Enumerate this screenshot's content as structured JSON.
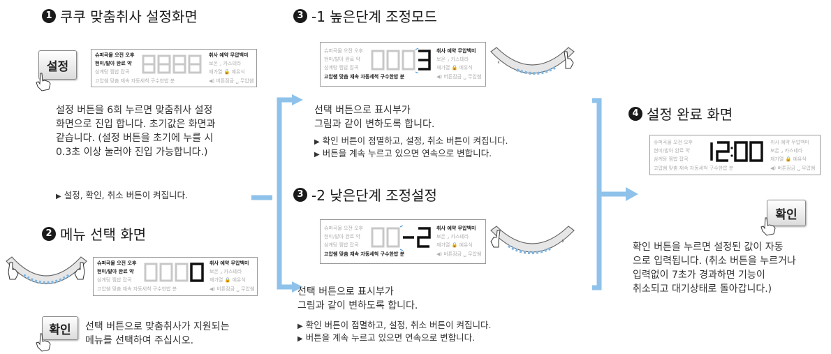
{
  "section1": {
    "num": "1",
    "title": "쿠쿠 맞춤취사 설정화면",
    "button": "설정",
    "para": [
      "설정 버튼을 6회 누르면 맞춤취사 설정",
      "화면으로 진입 합니다. 초기값은 화면과",
      "같습니다. (설정 버튼을 초기에 누를 시",
      "0.3초 이상 눌러야 진입 가능합니다.)"
    ],
    "note": "설정, 확인, 취소 버튼이 켜집니다."
  },
  "section2": {
    "num": "2",
    "title": "메뉴 선택 화면",
    "button": "확인",
    "para": [
      "선택 버튼으로 맞춤취사가 지원되는",
      "메뉴를 선택하여 주십시오."
    ]
  },
  "section3_1": {
    "num": "3",
    "title": "-1  높은단계 조정모드",
    "para": [
      "선택 버튼으로 표시부가",
      "그림과 같이 변하도록 합니다."
    ],
    "bullets": [
      "확인 버튼이 점멸하고, 설정, 취소 버튼이 켜집니다.",
      "버튼을 계속 누르고 있으면 연속으로 변합니다."
    ]
  },
  "section3_2": {
    "num": "3",
    "title": "-2  낮은단계 조정설정",
    "para": [
      "선택 버튼으로 표시부가",
      "그림과 같이 변하도록 합니다."
    ],
    "bullets": [
      "확인 버튼이 점멸하고, 설정, 취소 버튼이 켜집니다.",
      "버튼을 계속 누르고 있으면 연속으로 변합니다."
    ]
  },
  "section4": {
    "num": "4",
    "title": "설정 완료 화면",
    "button": "확인",
    "para": [
      "확인 버튼을 누르면 설정된 값이 자동",
      "으로 입력됩니다. (취소 버튼을 누르거나",
      "입력없이 7초가 경과하면 기능이",
      "취소되고 대기상태로 돌아갑니다.)"
    ]
  },
  "lcd": {
    "left_rows": [
      "슈퍼곡물 오전 오후",
      "현미/발아 완료 약",
      "삼계탕 찜밥 잡곡",
      "고압쌤 맞춤 재속 자동세척 구수한밥 분"
    ],
    "right_rows": [
      "취사 예약 무압백미",
      "보온 ⌟ 카스테라",
      "재가열 🔒 예유식",
      "◀) 버튼잠금 ␣ 무압쌤"
    ]
  },
  "colors": {
    "arrow": "#8fc2ea",
    "text": "#222222",
    "accent_blue": "#3a8fd8"
  }
}
